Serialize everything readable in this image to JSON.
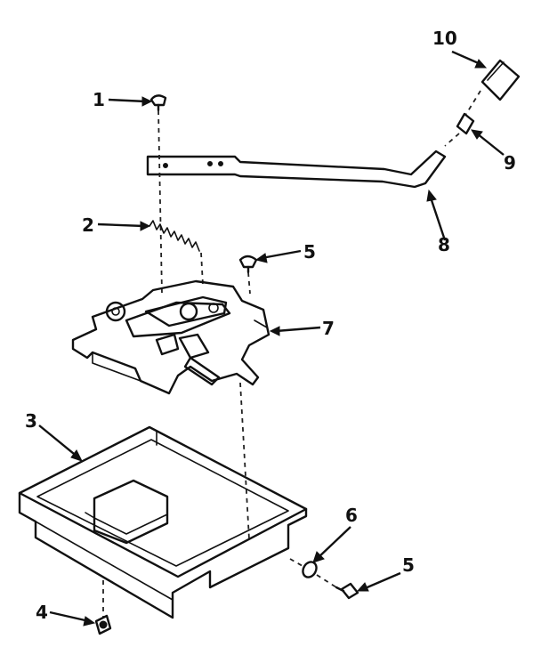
{
  "callouts": {
    "c1": "1",
    "c2": "2",
    "c3": "3",
    "c4": "4",
    "c5a": "5",
    "c5b": "5",
    "c6": "6",
    "c7": "7",
    "c8": "8",
    "c9": "9",
    "c10": "10"
  },
  "colors": {
    "ink": "#111111",
    "paper": "#ffffff"
  }
}
